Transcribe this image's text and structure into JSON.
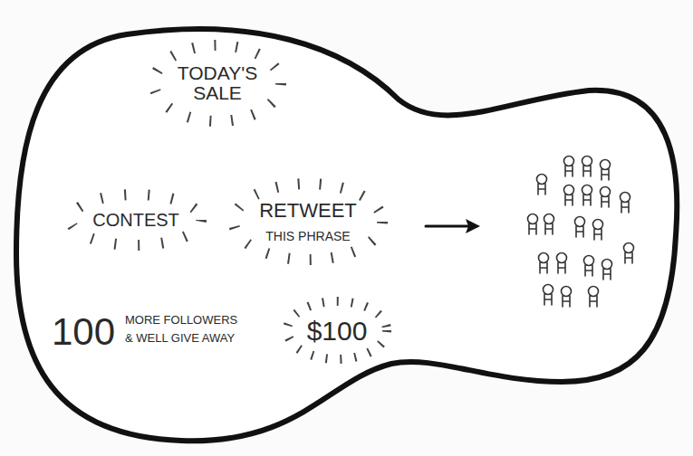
{
  "diagram": {
    "labels": [
      "TODAY'S SALE",
      "CONTEST",
      "RETWEET",
      "THIS PHRASE",
      "100",
      "MORE FOLLOWERS",
      "& WELL GIVE AWAY",
      "$100"
    ]
  }
}
